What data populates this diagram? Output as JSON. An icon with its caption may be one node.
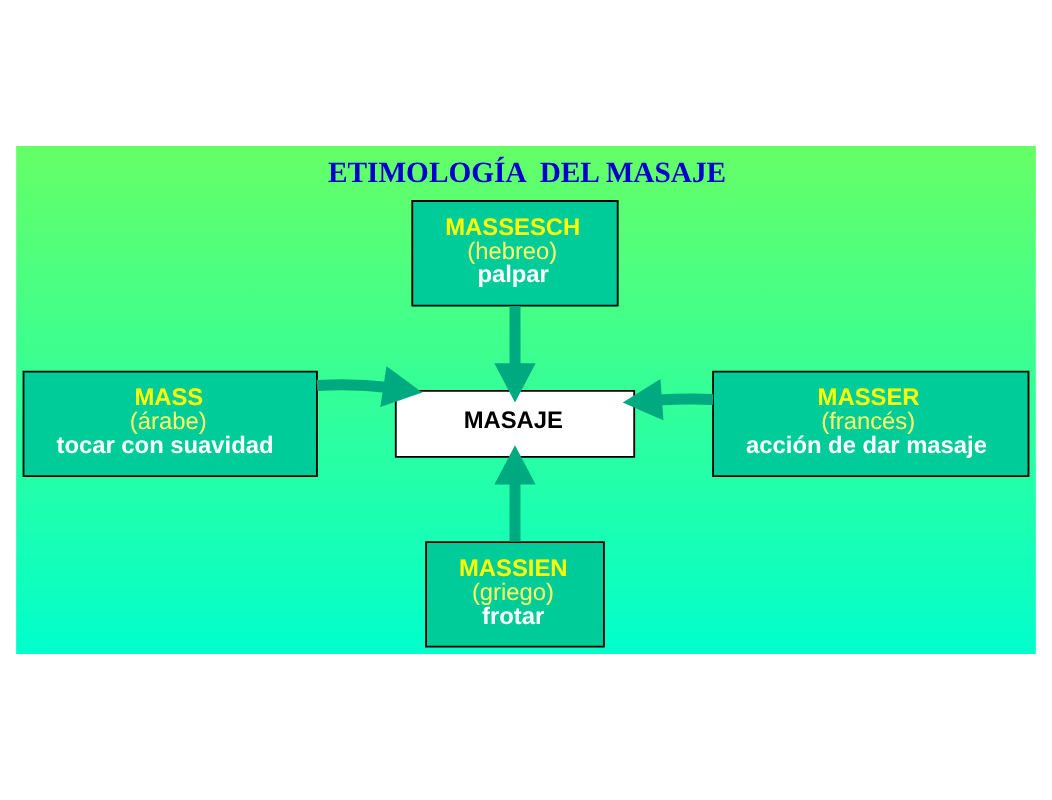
{
  "diagram": {
    "title": "ETIMOLOGÍA  DEL MASAJE",
    "nodes": [
      {
        "text": [
          "MASSESCH",
          "(hebreo)",
          "palpar"
        ]
      },
      {
        "text": [
          "MASS",
          "(árabe)",
          "tocar con suavidad"
        ]
      },
      {
        "text": [
          "MASAJE"
        ]
      },
      {
        "text": [
          "MASSER",
          "(francés)",
          "acción de dar masaje"
        ]
      },
      {
        "text": [
          "MASSIEN",
          "(griego)",
          "frotar"
        ]
      }
    ],
    "edges": [
      {
        "from": 0,
        "to": 2,
        "arrow": "to"
      },
      {
        "from": 1,
        "to": 2,
        "arrow": "to"
      },
      {
        "from": 3,
        "to": 2,
        "arrow": "to"
      },
      {
        "from": 4,
        "to": 2,
        "arrow": "to"
      }
    ]
  }
}
